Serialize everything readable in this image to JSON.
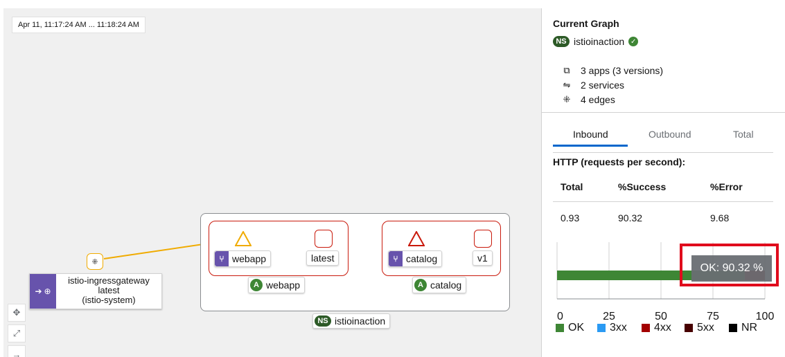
{
  "graph": {
    "time_range": "Apr 11, 11:17:24 AM ... 11:18:24 AM",
    "namespace_box_label": "istioinaction",
    "namespace_badge": "NS",
    "app_badge": "A",
    "apps": [
      {
        "app_label": "webapp",
        "workload": "webapp",
        "version": "latest"
      },
      {
        "app_label": "catalog",
        "workload": "catalog",
        "version": "v1"
      }
    ],
    "gateway": {
      "line1": "istio-ingressgateway",
      "line2": "latest",
      "line3": "(istio-system)"
    },
    "colors": {
      "edge_ok": "#f0ab00",
      "edge_error": "#a30000",
      "app_box_border": "#c9190b"
    },
    "toolbar_icons": [
      "move-icon",
      "fit-icon",
      "layout-icon"
    ]
  },
  "side_panel": {
    "title": "Current Graph",
    "namespace_badge": "NS",
    "namespace": "istioinaction",
    "apps": "3 apps (3 versions)",
    "services": "2 services",
    "edges": "4 edges",
    "tabs": [
      "Inbound",
      "Outbound",
      "Total"
    ],
    "active_tab": "Inbound",
    "section_title": "HTTP (requests per second):",
    "table": {
      "headers": [
        "Total",
        "%Success",
        "%Error"
      ],
      "row": [
        "0.93",
        "90.32",
        "9.68"
      ]
    },
    "tooltip": "OK: 90.32 %"
  },
  "chart_data": {
    "type": "bar",
    "orientation": "horizontal",
    "categories": [
      ""
    ],
    "series": [
      {
        "name": "OK",
        "values": [
          90.32
        ],
        "color": "#3e8635"
      },
      {
        "name": "3xx",
        "values": [
          0
        ],
        "color": "#2b9af3"
      },
      {
        "name": "4xx",
        "values": [
          9.68
        ],
        "color": "#a30000"
      },
      {
        "name": "5xx",
        "values": [
          0
        ],
        "color": "#470000"
      },
      {
        "name": "NR",
        "values": [
          0
        ],
        "color": "#000000"
      }
    ],
    "xlim": [
      0,
      100
    ],
    "x_ticks": [
      "0",
      "25",
      "50",
      "75",
      "100"
    ],
    "grid": true,
    "legend_position": "bottom"
  }
}
